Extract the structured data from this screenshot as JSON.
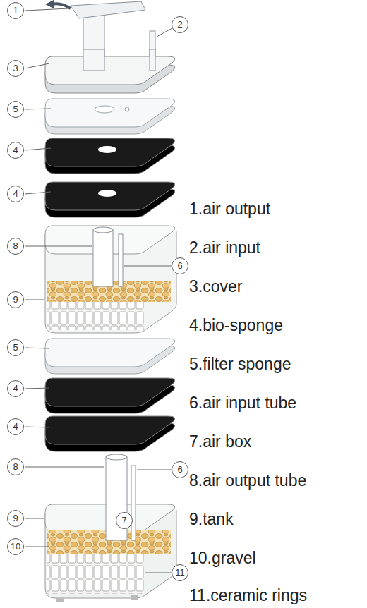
{
  "diagram": {
    "labels": [
      "1",
      "2",
      "3",
      "5",
      "4",
      "4",
      "8",
      "6",
      "9",
      "5",
      "4",
      "4",
      "8",
      "6",
      "9",
      "7",
      "10",
      "11",
      "1.air output",
      "2.air input",
      "3.cover",
      "4.bio-sponge",
      "5.filter sponge",
      "6.air input tube",
      "7.air box",
      "8.air output tube",
      "9.tank",
      "10.gravel",
      "11.ceramic rings"
    ]
  }
}
